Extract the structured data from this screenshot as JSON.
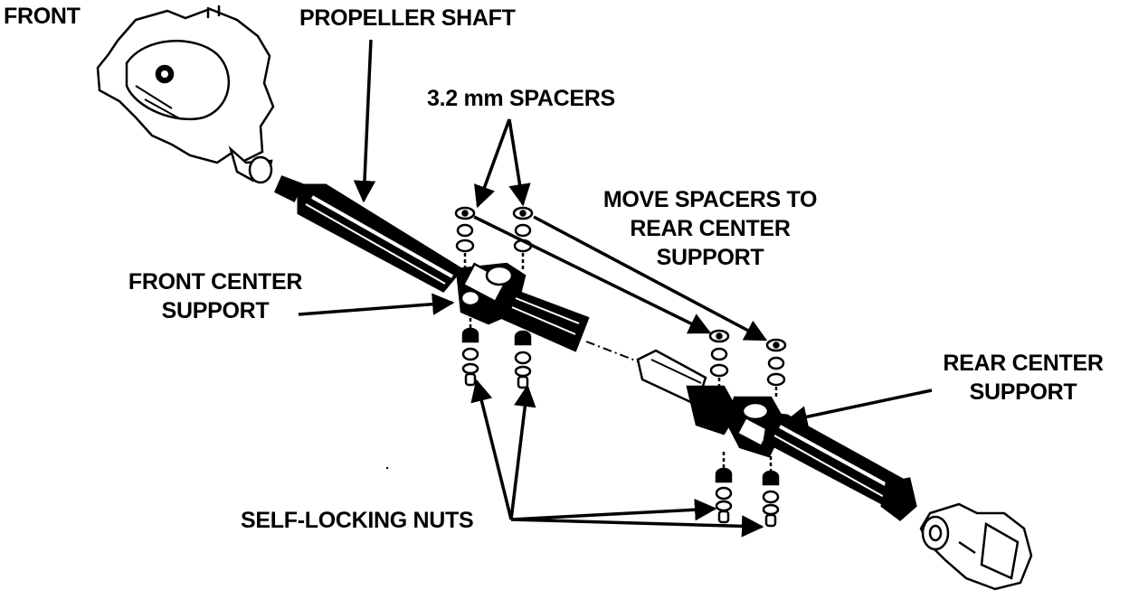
{
  "labels": {
    "front": "FRONT",
    "propeller_shaft": "PROPELLER SHAFT",
    "spacers": "3.2 mm SPACERS",
    "move_spacers_1": "MOVE SPACERS TO",
    "move_spacers_2": "REAR CENTER",
    "move_spacers_3": "SUPPORT",
    "front_center_1": "FRONT CENTER",
    "front_center_2": "SUPPORT",
    "rear_center_1": "REAR CENTER",
    "rear_center_2": "SUPPORT",
    "self_locking_nuts": "SELF-LOCKING NUTS"
  },
  "colors": {
    "ink": "#000000",
    "paper": "#ffffff"
  }
}
